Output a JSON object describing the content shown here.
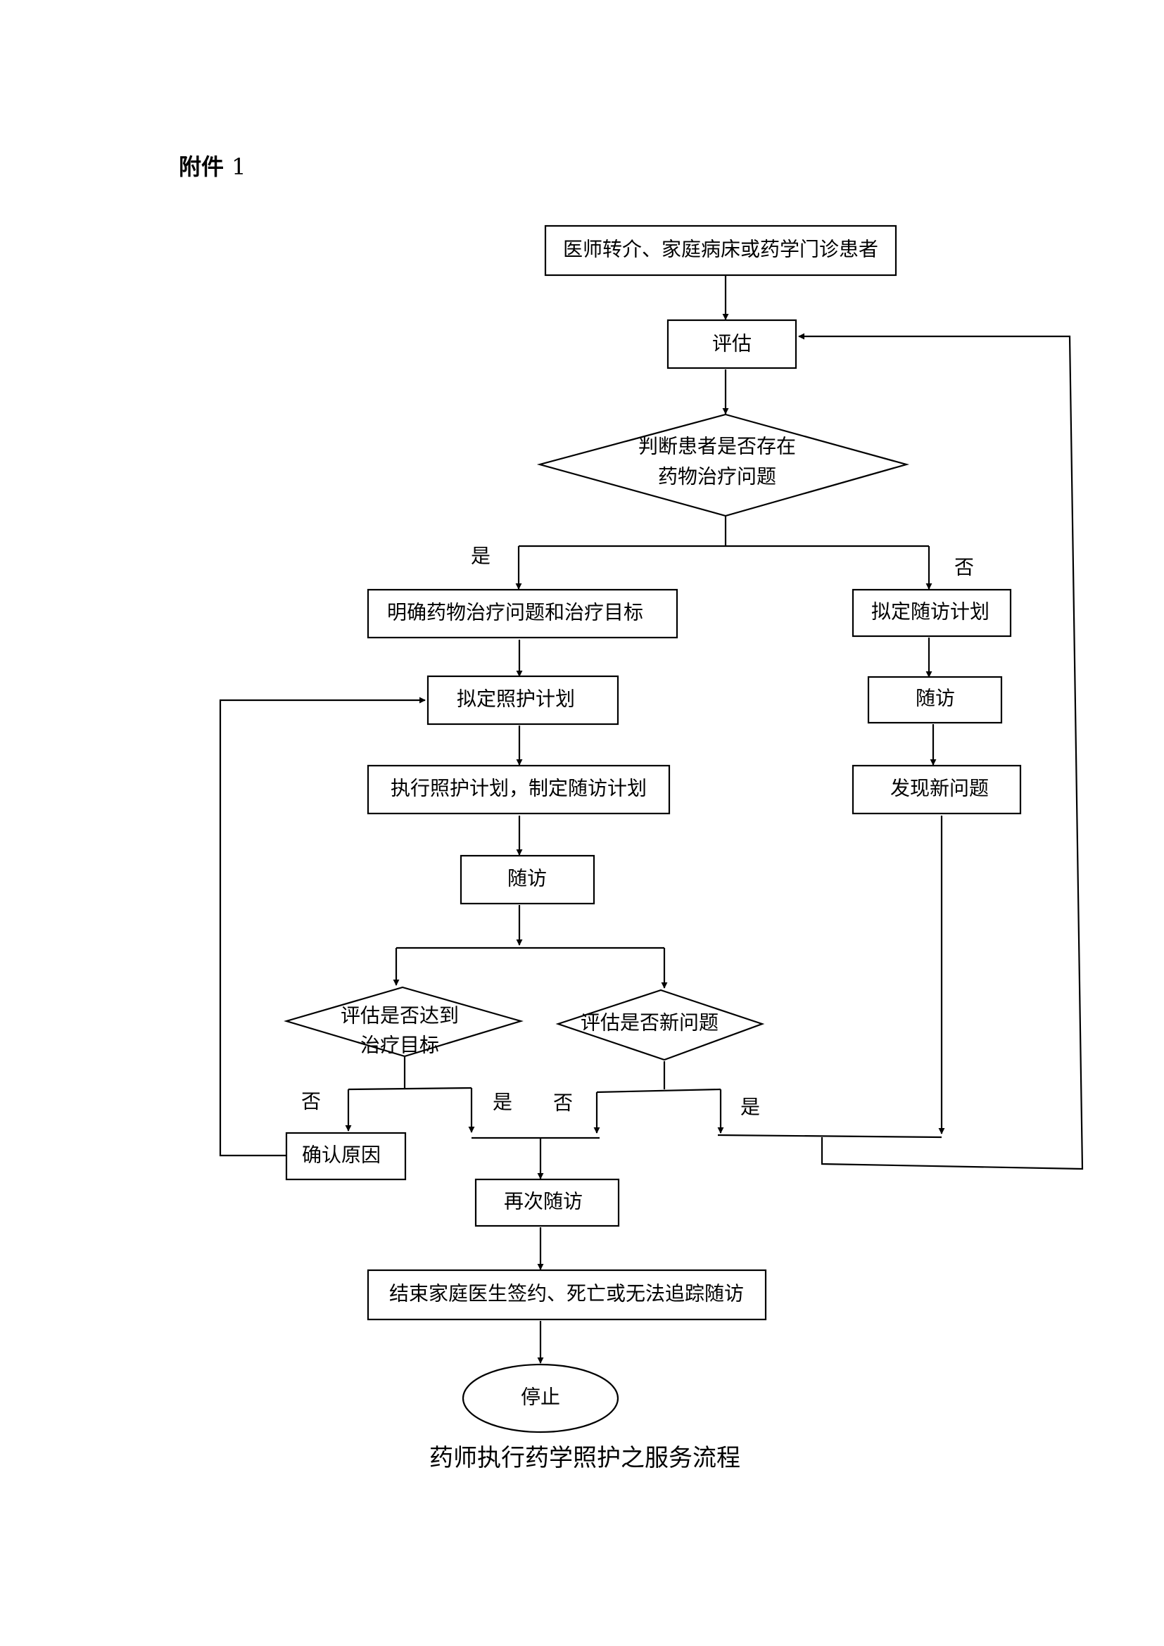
{
  "header": {
    "label": "附件",
    "number": "1"
  },
  "nodes": {
    "start": "医师转介、家庭病床或药学门诊患者",
    "assess": "评估",
    "decision_problem": [
      "判断患者是否存在",
      "药物治疗问题"
    ],
    "define_goals": "明确药物治疗问题和治疗目标",
    "draft_care_plan": "拟定照护计划",
    "execute_plan": "执行照护计划，制定随访计划",
    "followup_left": "随访",
    "decision_goal": [
      "评估是否达到",
      "治疗目标"
    ],
    "decision_new_problem": "评估是否新问题",
    "confirm_reason": "确认原因",
    "followup_again": "再次随访",
    "end_followup": "结束家庭医生签约、死亡或无法追踪随访",
    "stop": "停止",
    "draft_followup_plan": "拟定随访计划",
    "followup_right": "随访",
    "find_new_problem": "发现新问题"
  },
  "edge_labels": {
    "problem_yes": "是",
    "problem_no": "否",
    "goal_no": "否",
    "goal_yes": "是",
    "new_no": "否",
    "new_yes": "是"
  },
  "caption": "药师执行药学照护之服务流程"
}
